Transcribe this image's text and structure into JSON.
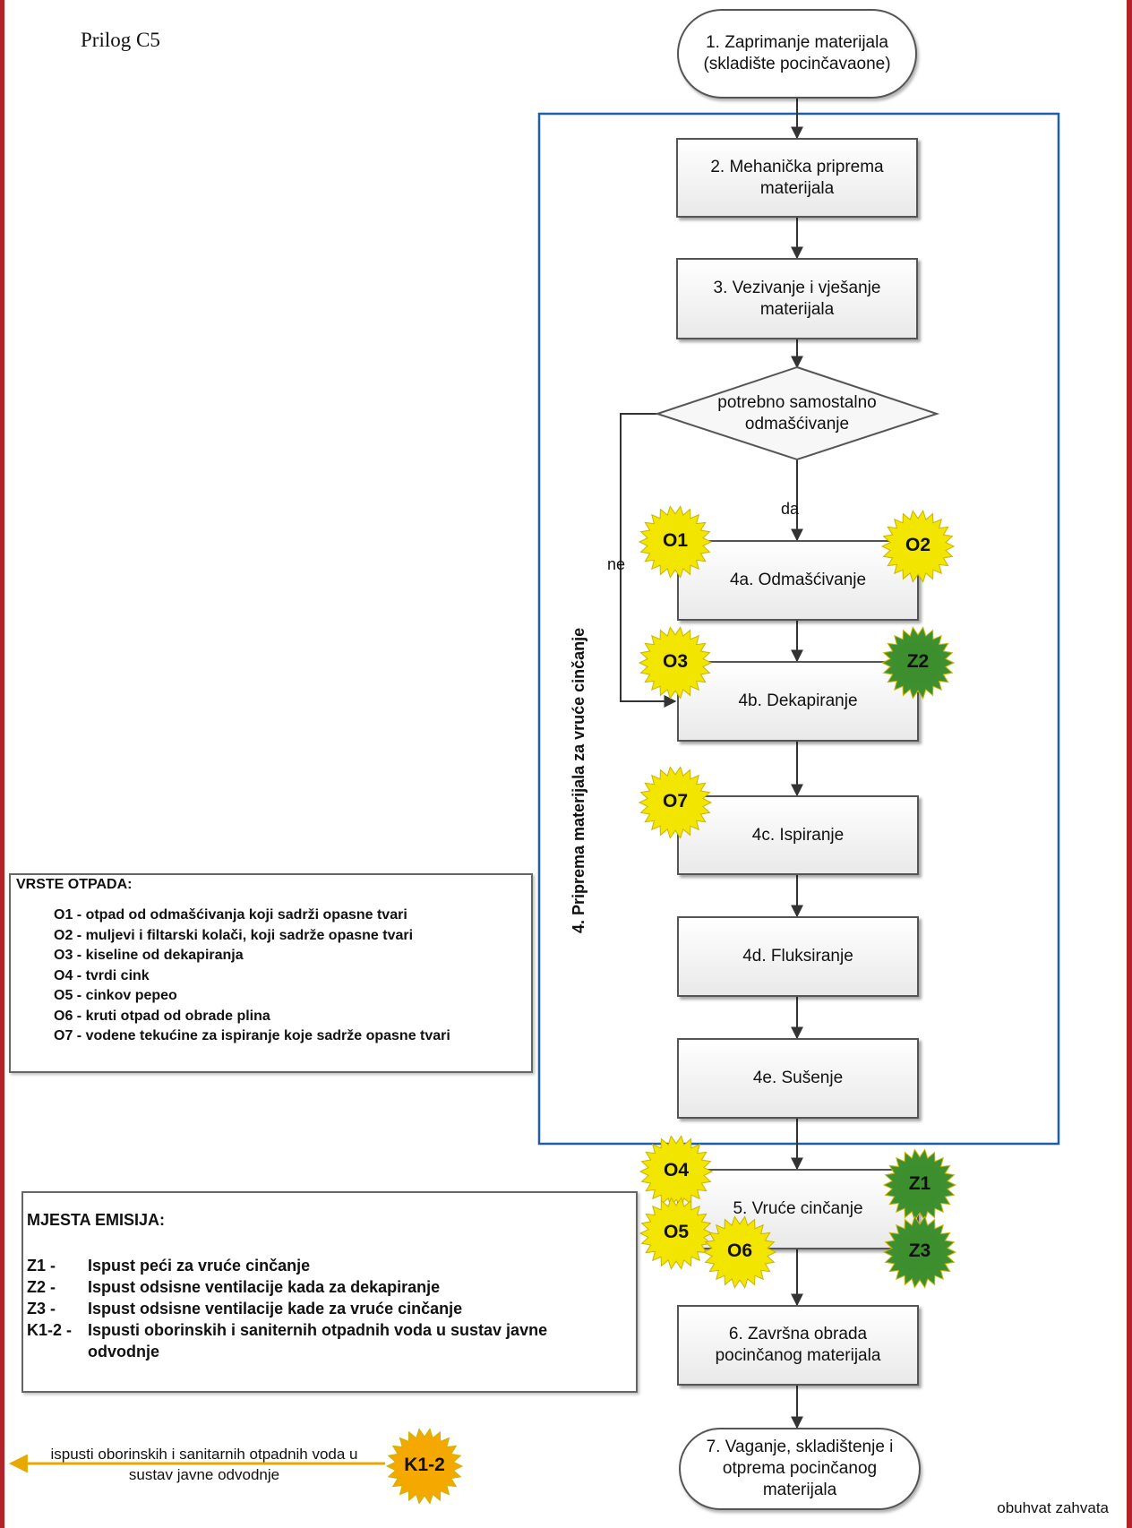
{
  "title": "Prilog C5",
  "nodes": {
    "n1": "1. Zaprimanje materijala (skladište pocinčavaone)",
    "n2": "2. Mehanička priprema materijala",
    "n3": "3. Vezivanje i vješanje materijala",
    "decision": "potrebno samostalno odmašćivanje",
    "yes": "da",
    "no": "ne",
    "n4a": "4a. Odmašćivanje",
    "n4b": "4b. Dekapiranje",
    "n4c": "4c. Ispiranje",
    "n4d": "4d. Fluksiranje",
    "n4e": "4e. Sušenje",
    "n5": "5. Vruće cinčanje",
    "n6": "6. Završna obrada pocinčanog materijala",
    "n7": "7. Vaganje, skladištenje i otprema pocinčanog materijala"
  },
  "group_label": "4. Priprema materijala za vruće cinčanje",
  "badges": {
    "O1": "O1",
    "O2": "O2",
    "O3": "O3",
    "O4": "O4",
    "O5": "O5",
    "O6": "O6",
    "O7": "O7",
    "Z1": "Z1",
    "Z2": "Z2",
    "Z3": "Z3",
    "K12": "K1-2"
  },
  "badge_colors": {
    "waste": "#f2e600",
    "emission": "#3d8f2f",
    "water": "#f5a800"
  },
  "waste_legend": {
    "title": "VRSTE OTPADA:",
    "items": [
      "O1 - otpad od odmašćivanja koji sadrži opasne tvari",
      "O2 - muljevi i filtarski kolači, koji sadrže opasne tvari",
      "O3 - kiseline od dekapiranja",
      "O4 - tvrdi cink",
      "O5 - cinkov pepeo",
      "O6 - kruti otpad od obrade plina",
      "O7 - vodene tekućine za ispiranje koje sadrže opasne tvari"
    ]
  },
  "emission_legend": {
    "title": "MJESTA EMISIJA:",
    "items": [
      {
        "code": "Z1 -",
        "text": "Ispust peći za vruće cinčanje"
      },
      {
        "code": "Z2 -",
        "text": "Ispust odsisne ventilacije kada za dekapiranje"
      },
      {
        "code": "Z3 -",
        "text": "Ispust odsisne ventilacije kade za vruće cinčanje"
      },
      {
        "code": "K1-2 -",
        "text": "Ispusti oborinskih i saniternih otpadnih voda u sustav javne odvodnje"
      }
    ]
  },
  "discharge_label": "ispusti oborinskih i sanitarnih otpadnih voda u sustav javne odvodnje",
  "footer": "obuhvat zahvata"
}
